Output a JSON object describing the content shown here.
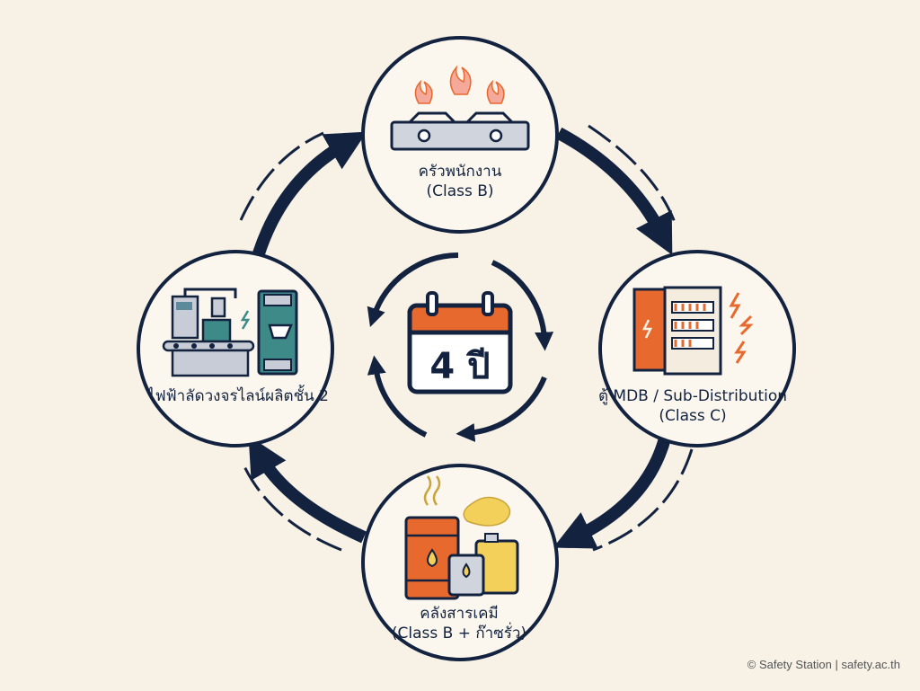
{
  "nodes": {
    "top": {
      "title": "ครัวพนักงาน",
      "subtitle": "(Class B)",
      "icon": "gas-stove-icon"
    },
    "right": {
      "title": "ตู้ MDB / Sub-Distribution",
      "subtitle": "(Class C)",
      "icon": "electrical-panel-icon"
    },
    "bottom": {
      "title": "คลังสารเคมี",
      "subtitle": "(Class B + ก๊าซรั่ว)",
      "icon": "chemical-drums-icon"
    },
    "left": {
      "title": "ไฟฟ้าลัดวงจรไลน์ผลิตชั้น 2",
      "subtitle": "",
      "icon": "production-line-breaker-icon"
    }
  },
  "center": {
    "label": "4 ปี",
    "icon": "calendar-cycle-icon"
  },
  "credit": "© Safety Station | safety.ac.th",
  "colors": {
    "navy": "#13233f",
    "orange": "#e8692d",
    "background": "#f7f1e6"
  }
}
